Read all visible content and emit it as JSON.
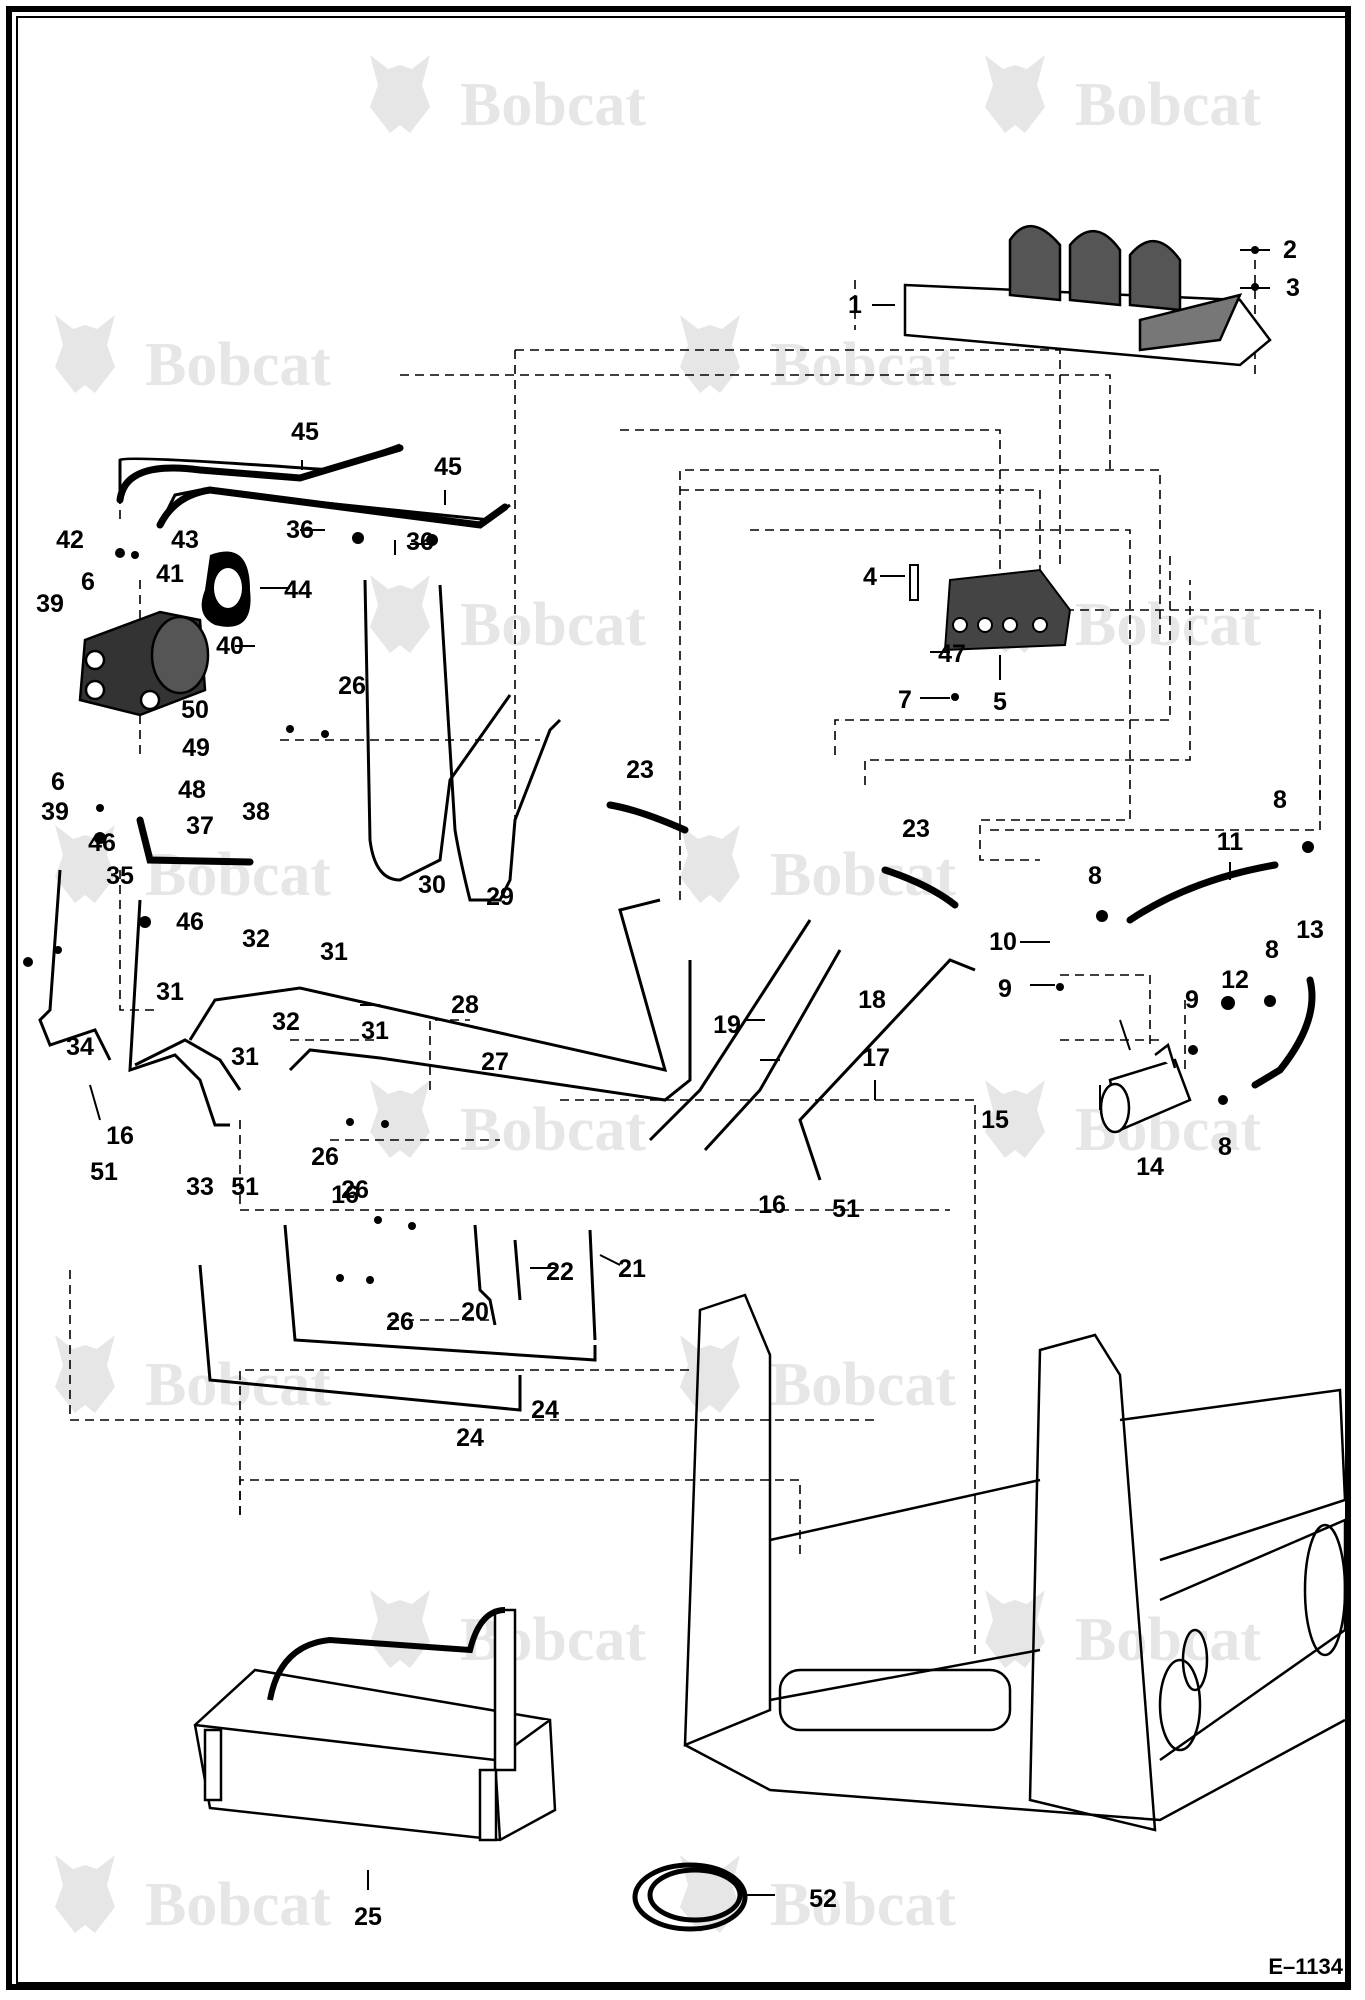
{
  "watermark": {
    "text": "Bobcat"
  },
  "drawing_code": "E–1134",
  "callouts": [
    "1",
    "2",
    "3",
    "4",
    "5",
    "6",
    "7",
    "8",
    "9",
    "10",
    "11",
    "12",
    "13",
    "14",
    "15",
    "16",
    "17",
    "18",
    "19",
    "20",
    "21",
    "22",
    "23",
    "24",
    "25",
    "26",
    "27",
    "28",
    "29",
    "30",
    "31",
    "32",
    "33",
    "34",
    "35",
    "36",
    "37",
    "38",
    "39",
    "40",
    "41",
    "42",
    "43",
    "44",
    "45",
    "46",
    "47",
    "48",
    "49",
    "50",
    "51",
    "52"
  ],
  "colors": {
    "ink": "#000000",
    "watermark": "#e6e6e6"
  }
}
